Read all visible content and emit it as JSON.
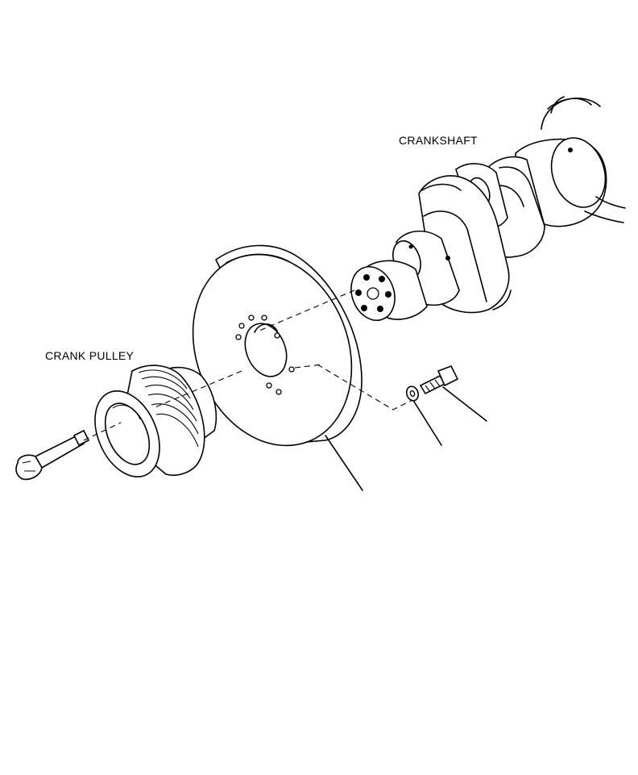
{
  "labels": {
    "crankshaft": "CRANKSHAFT",
    "crank_pulley": "CRANK PULLEY"
  },
  "colors": {
    "line": "#000000",
    "background": "#ffffff"
  },
  "parts": [
    "crankshaft",
    "damper-disc",
    "crank-pulley",
    "pulley-bolt",
    "washer",
    "damper-bolt"
  ]
}
